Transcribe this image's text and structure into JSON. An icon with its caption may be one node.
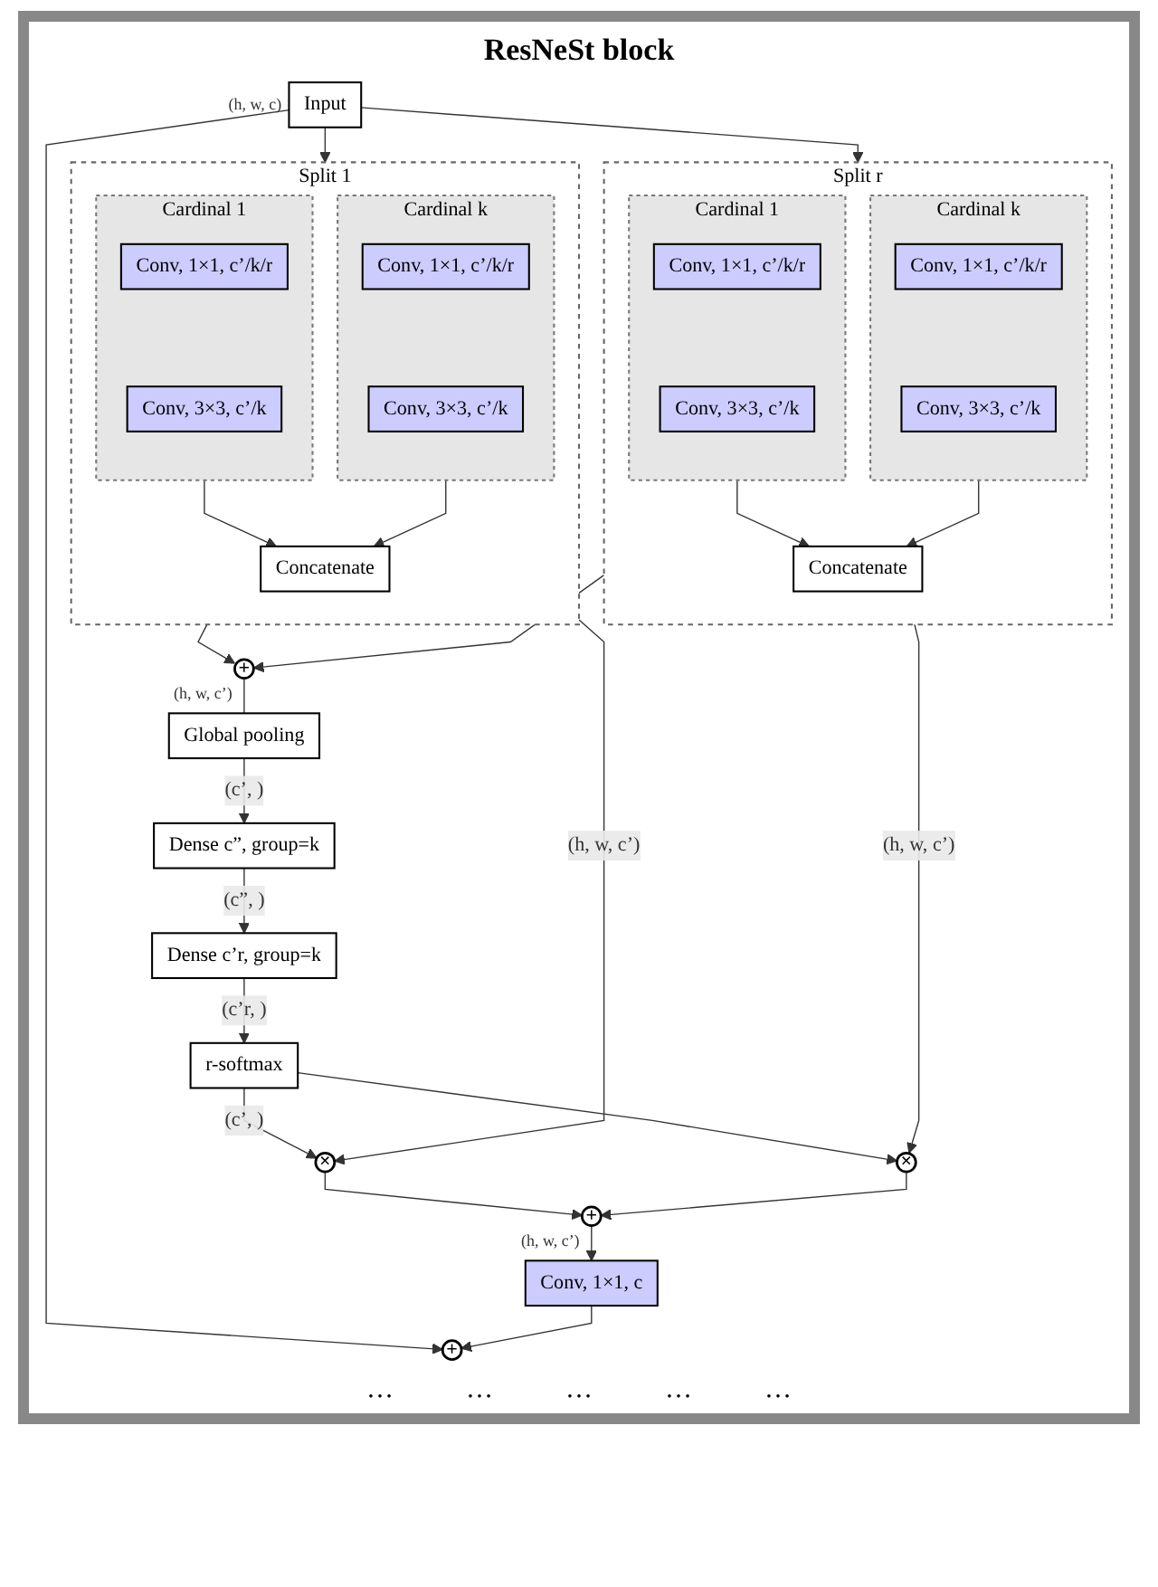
{
  "diagram": {
    "title": "ResNeSt block",
    "nodes": [
      {
        "text": [
          "Input"
        ],
        "beside": [
          "(h, w, c)"
        ]
      },
      {
        "text": [
          "Split 1"
        ]
      },
      {
        "text": [
          "Cardinal 1"
        ],
        "in": 1
      },
      {
        "text": [
          "Conv, 1×1, c’/k/r"
        ],
        "in": 2
      },
      {
        "text": [
          "Conv, 3×3, c’/k"
        ],
        "in": 2
      },
      {
        "text": [
          "Cardinal k"
        ],
        "in": 1
      },
      {
        "text": [
          "Conv, 1×1, c’/k/r"
        ],
        "in": 5
      },
      {
        "text": [
          "Conv, 3×3, c’/k"
        ],
        "in": 5
      },
      {
        "text": [
          "Concatenate"
        ],
        "in": 1
      },
      {
        "text": [
          "Split r"
        ]
      },
      {
        "text": [
          "Cardinal 1"
        ],
        "in": 9
      },
      {
        "text": [
          "Conv, 1×1, c’/k/r"
        ],
        "in": 10
      },
      {
        "text": [
          "Conv, 3×3, c’/k"
        ],
        "in": 10
      },
      {
        "text": [
          "Cardinal k"
        ],
        "in": 9
      },
      {
        "text": [
          "Conv, 1×1, c’/k/r"
        ],
        "in": 13
      },
      {
        "text": [
          "Conv, 3×3, c’/k"
        ],
        "in": 13
      },
      {
        "text": [
          "Concatenate"
        ],
        "in": 9
      },
      {
        "text": [
          "+"
        ],
        "beside": [
          "(h, w, c’)"
        ]
      },
      {
        "text": [
          "Global pooling"
        ]
      },
      {
        "text": [
          "Dense c”, group=k"
        ]
      },
      {
        "text": [
          "Dense c’r, group=k"
        ]
      },
      {
        "text": [
          "r-softmax"
        ]
      },
      {
        "text": [
          "×"
        ]
      },
      {
        "text": [
          "×"
        ]
      },
      {
        "text": [
          "+"
        ],
        "beside": [
          "(h, w, c’)"
        ]
      },
      {
        "text": [
          "Conv, 1×1, c"
        ]
      },
      {
        "text": [
          "+"
        ]
      }
    ],
    "edges": [
      {
        "from": 0,
        "to": 1,
        "arrow": "to"
      },
      {
        "from": 0,
        "to": 9,
        "arrow": "to"
      },
      {
        "from": 0,
        "to": 26,
        "arrow": "to"
      },
      {
        "from": 2,
        "to": 8,
        "arrow": "to"
      },
      {
        "from": 5,
        "to": 8,
        "arrow": "to"
      },
      {
        "from": 10,
        "to": 16,
        "arrow": "to"
      },
      {
        "from": 13,
        "to": 16,
        "arrow": "to"
      },
      {
        "from": 1,
        "to": 17,
        "arrow": "to"
      },
      {
        "from": 9,
        "to": 17,
        "arrow": "to"
      },
      {
        "from": 1,
        "to": 22,
        "arrow": "to",
        "label": "(h, w, c’)"
      },
      {
        "from": 9,
        "to": 23,
        "arrow": "to",
        "label": "(h, w, c’)"
      },
      {
        "from": 17,
        "to": 18,
        "arrow": "none"
      },
      {
        "from": 18,
        "to": 19,
        "arrow": "to",
        "label": "(c’, )"
      },
      {
        "from": 19,
        "to": 20,
        "arrow": "to",
        "label": "(c”, )"
      },
      {
        "from": 20,
        "to": 21,
        "arrow": "to",
        "label": "(c’r, )"
      },
      {
        "from": 21,
        "to": 22,
        "arrow": "to",
        "label": "(c’, )"
      },
      {
        "from": 21,
        "to": 23,
        "arrow": "to"
      },
      {
        "from": 22,
        "to": 24,
        "arrow": "to"
      },
      {
        "from": 23,
        "to": 24,
        "arrow": "to"
      },
      {
        "from": 24,
        "to": 25,
        "arrow": "to"
      },
      {
        "from": 25,
        "to": 26,
        "arrow": "to"
      }
    ],
    "labels": [
      "…",
      "…",
      "…",
      "…",
      "…"
    ]
  }
}
